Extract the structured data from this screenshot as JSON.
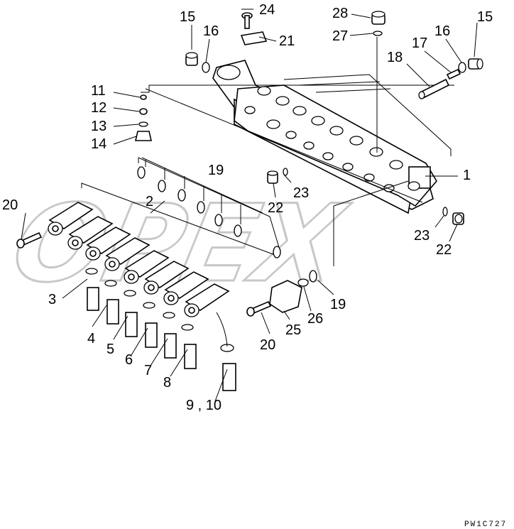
{
  "watermark": "OPEX",
  "drawing_code": "PW1C727",
  "callouts": {
    "c1": "1",
    "c2": "2",
    "c3": "3",
    "c4": "4",
    "c5": "5",
    "c6": "6",
    "c7": "7",
    "c8": "8",
    "c9_10": "9 , 10",
    "c11": "11",
    "c12": "12",
    "c13": "13",
    "c14": "14",
    "c15a": "15",
    "c15b": "15",
    "c16a": "16",
    "c16b": "16",
    "c17": "17",
    "c18": "18",
    "c19a": "19",
    "c19b": "19",
    "c20a": "20",
    "c20b": "20",
    "c21": "21",
    "c22a": "22",
    "c22b": "22",
    "c23a": "23",
    "c23b": "23",
    "c24": "24",
    "c25": "25",
    "c26": "26",
    "c27": "27",
    "c28": "28"
  }
}
